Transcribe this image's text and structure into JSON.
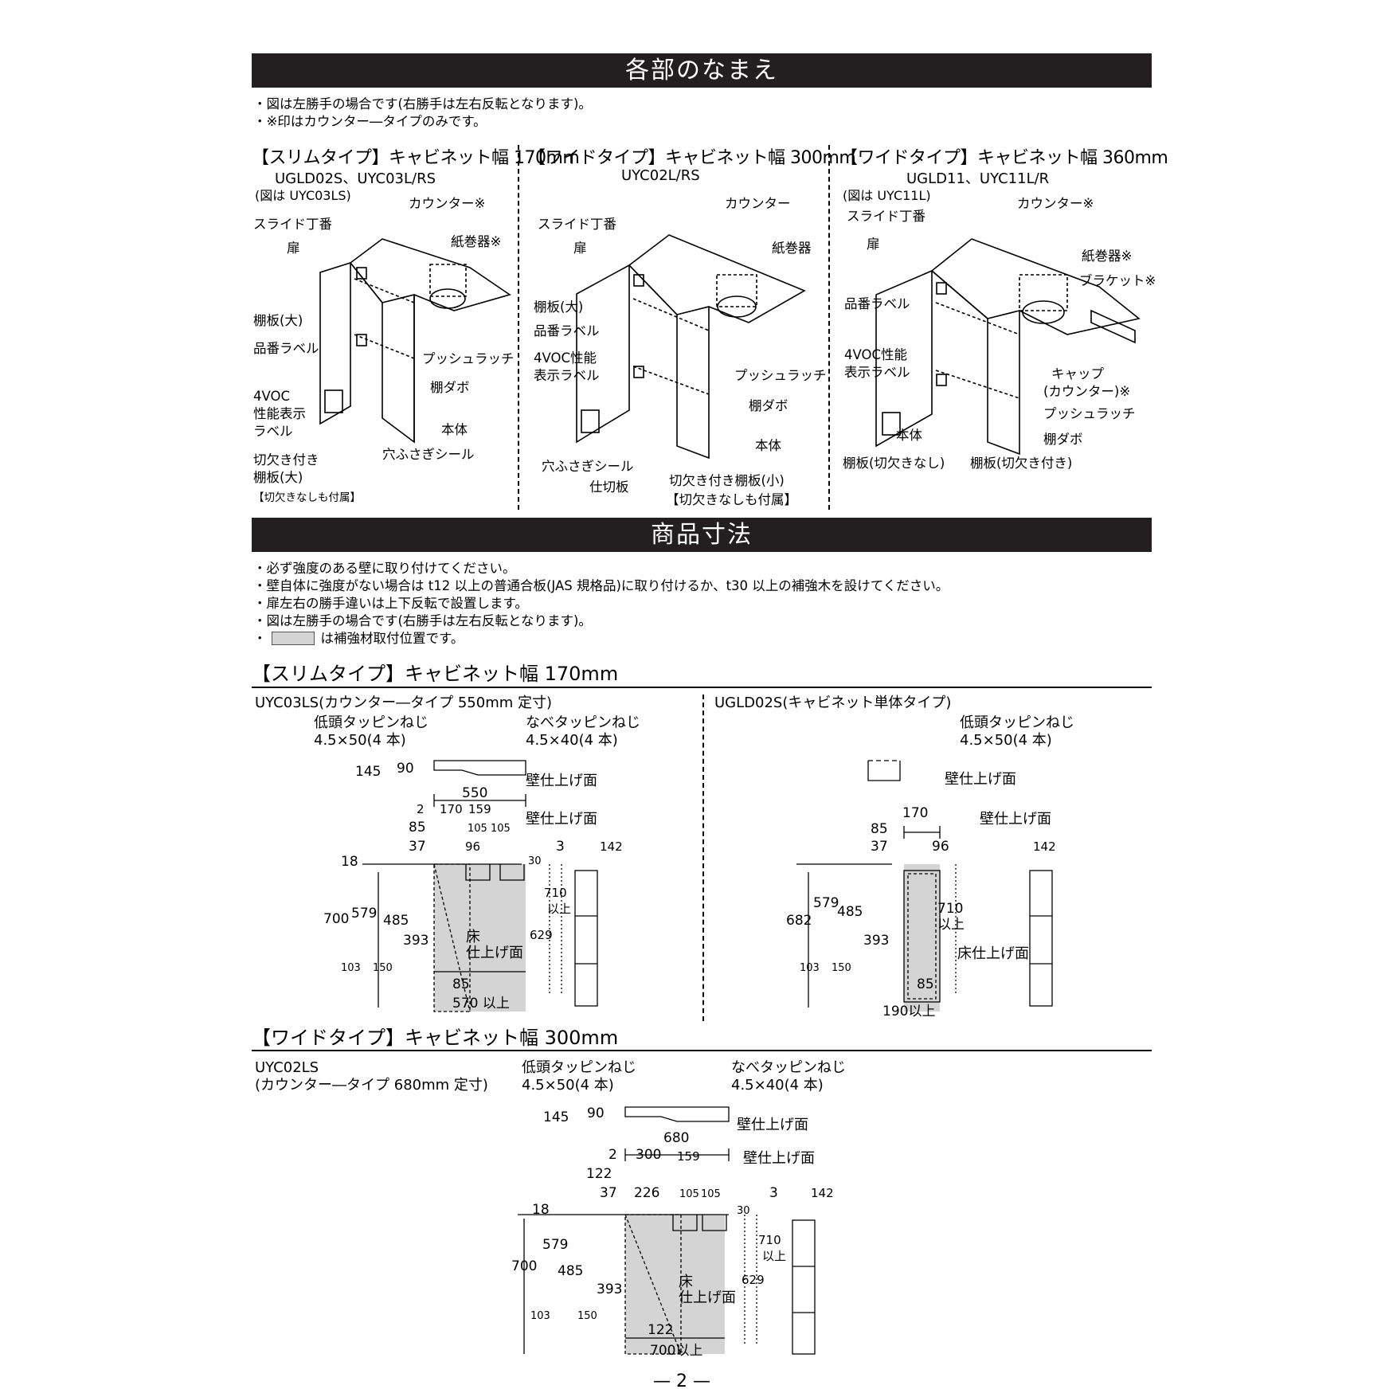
{
  "parts": {
    "heading": "各部のなまえ",
    "notes": [
      "・図は左勝手の場合です(右勝手は左右反転となります)。",
      "・※印はカウンター―タイプのみです。"
    ],
    "panels": [
      {
        "title": "【スリムタイプ】キャビネット幅 170mm",
        "models": "UGLD02S、UYC03L/RS",
        "fig_note": "(図は UYC03LS)",
        "labels": [
          "カウンター※",
          "スライド丁番",
          "扉",
          "紙巻器※",
          "棚板(大)",
          "品番ラベル",
          "プッシュラッチ",
          "棚ダボ",
          "4VOC",
          "性能表示",
          "ラベル",
          "本体",
          "切欠き付き",
          "棚板(大)",
          "穴ふさぎシール",
          "【切欠きなしも付属】"
        ]
      },
      {
        "title": "【ワイドタイプ】キャビネット幅 300mm",
        "models": "UYC02L/RS",
        "labels": [
          "カウンター",
          "スライド丁番",
          "扉",
          "紙巻器",
          "棚板(大)",
          "品番ラベル",
          "4VOC性能",
          "表示ラベル",
          "プッシュラッチ",
          "棚ダボ",
          "本体",
          "穴ふさぎシール",
          "仕切板",
          "切欠き付き棚板(小)",
          "【切欠きなしも付属】"
        ]
      },
      {
        "title": "【ワイドタイプ】キャビネット幅 360mm",
        "models": "UGLD11、UYC11L/R",
        "fig_note": "(図は UYC11L)",
        "labels": [
          "カウンター※",
          "スライド丁番",
          "扉",
          "紙巻器※",
          "ブラケット※",
          "品番ラベル",
          "4VOC性能",
          "表示ラベル",
          "キャップ",
          "(カウンター)※",
          "プッシュラッチ",
          "本体",
          "棚ダボ",
          "棚板(切欠きなし)",
          "棚板(切欠き付き)"
        ]
      }
    ]
  },
  "dimensions": {
    "heading": "商品寸法",
    "notes": [
      "・必ず強度のある壁に取り付けてください。",
      "・壁自体に強度がない場合は t12 以上の普通合板(JAS 規格品)に取り付けるか、t30 以上の補強木を設けてください。",
      "・扉左右の勝手違いは上下反転で設置します。",
      "・図は左勝手の場合です(右勝手は左右反転となります)。"
    ],
    "swatch_prefix": "・",
    "swatch_note": "は補強材取付位置です。",
    "slim": {
      "title": "【スリムタイプ】キャビネット幅 170mm",
      "left": {
        "model": "UYC03LS(カウンター―タイプ 550mm 定寸)",
        "screw1": "低頭タッピンねじ",
        "screw1_size": "4.5×50(4 本)",
        "screw2": "なべタッピンねじ",
        "screw2_size": "4.5×40(4 本)",
        "wall": "壁仕上げ面",
        "wall2": "壁仕上げ面",
        "floor1": "床",
        "floor2": "仕上げ面",
        "d": [
          "145",
          "90",
          "550",
          "2",
          "170",
          "159",
          "85",
          "105",
          "105",
          "37",
          "96",
          "3",
          "142",
          "18",
          "30",
          "710",
          "以上",
          "700",
          "579",
          "485",
          "629",
          "393",
          "103",
          "150",
          "85",
          "570 以上"
        ]
      },
      "right": {
        "model": "UGLD02S(キャビネット単体タイプ)",
        "screw1": "低頭タッピンねじ",
        "screw1_size": "4.5×50(4 本)",
        "wall": "壁仕上げ面",
        "wall2": "壁仕上げ面",
        "floor": "床仕上げ面",
        "d": [
          "170",
          "85",
          "37",
          "96",
          "142",
          "682",
          "579",
          "485",
          "710",
          "以上",
          "393",
          "103",
          "150",
          "85",
          "190以上"
        ]
      }
    },
    "wide": {
      "title": "【ワイドタイプ】キャビネット幅 300mm",
      "model1": "UYC02LS",
      "model2": "(カウンター―タイプ 680mm 定寸)",
      "screw1": "低頭タッピンねじ",
      "screw1_size": "4.5×50(4 本)",
      "screw2": "なべタッピンねじ",
      "screw2_size": "4.5×40(4 本)",
      "wall": "壁仕上げ面",
      "wall2": "壁仕上げ面",
      "floor1": "床",
      "floor2": "仕上げ面",
      "d": [
        "145",
        "90",
        "680",
        "2",
        "300",
        "159",
        "122",
        "37",
        "226",
        "105",
        "105",
        "3",
        "142",
        "18",
        "30",
        "710",
        "以上",
        "700",
        "579",
        "485",
        "629",
        "393",
        "103",
        "150",
        "122",
        "700以上"
      ]
    }
  },
  "page_number": "— 2 —"
}
